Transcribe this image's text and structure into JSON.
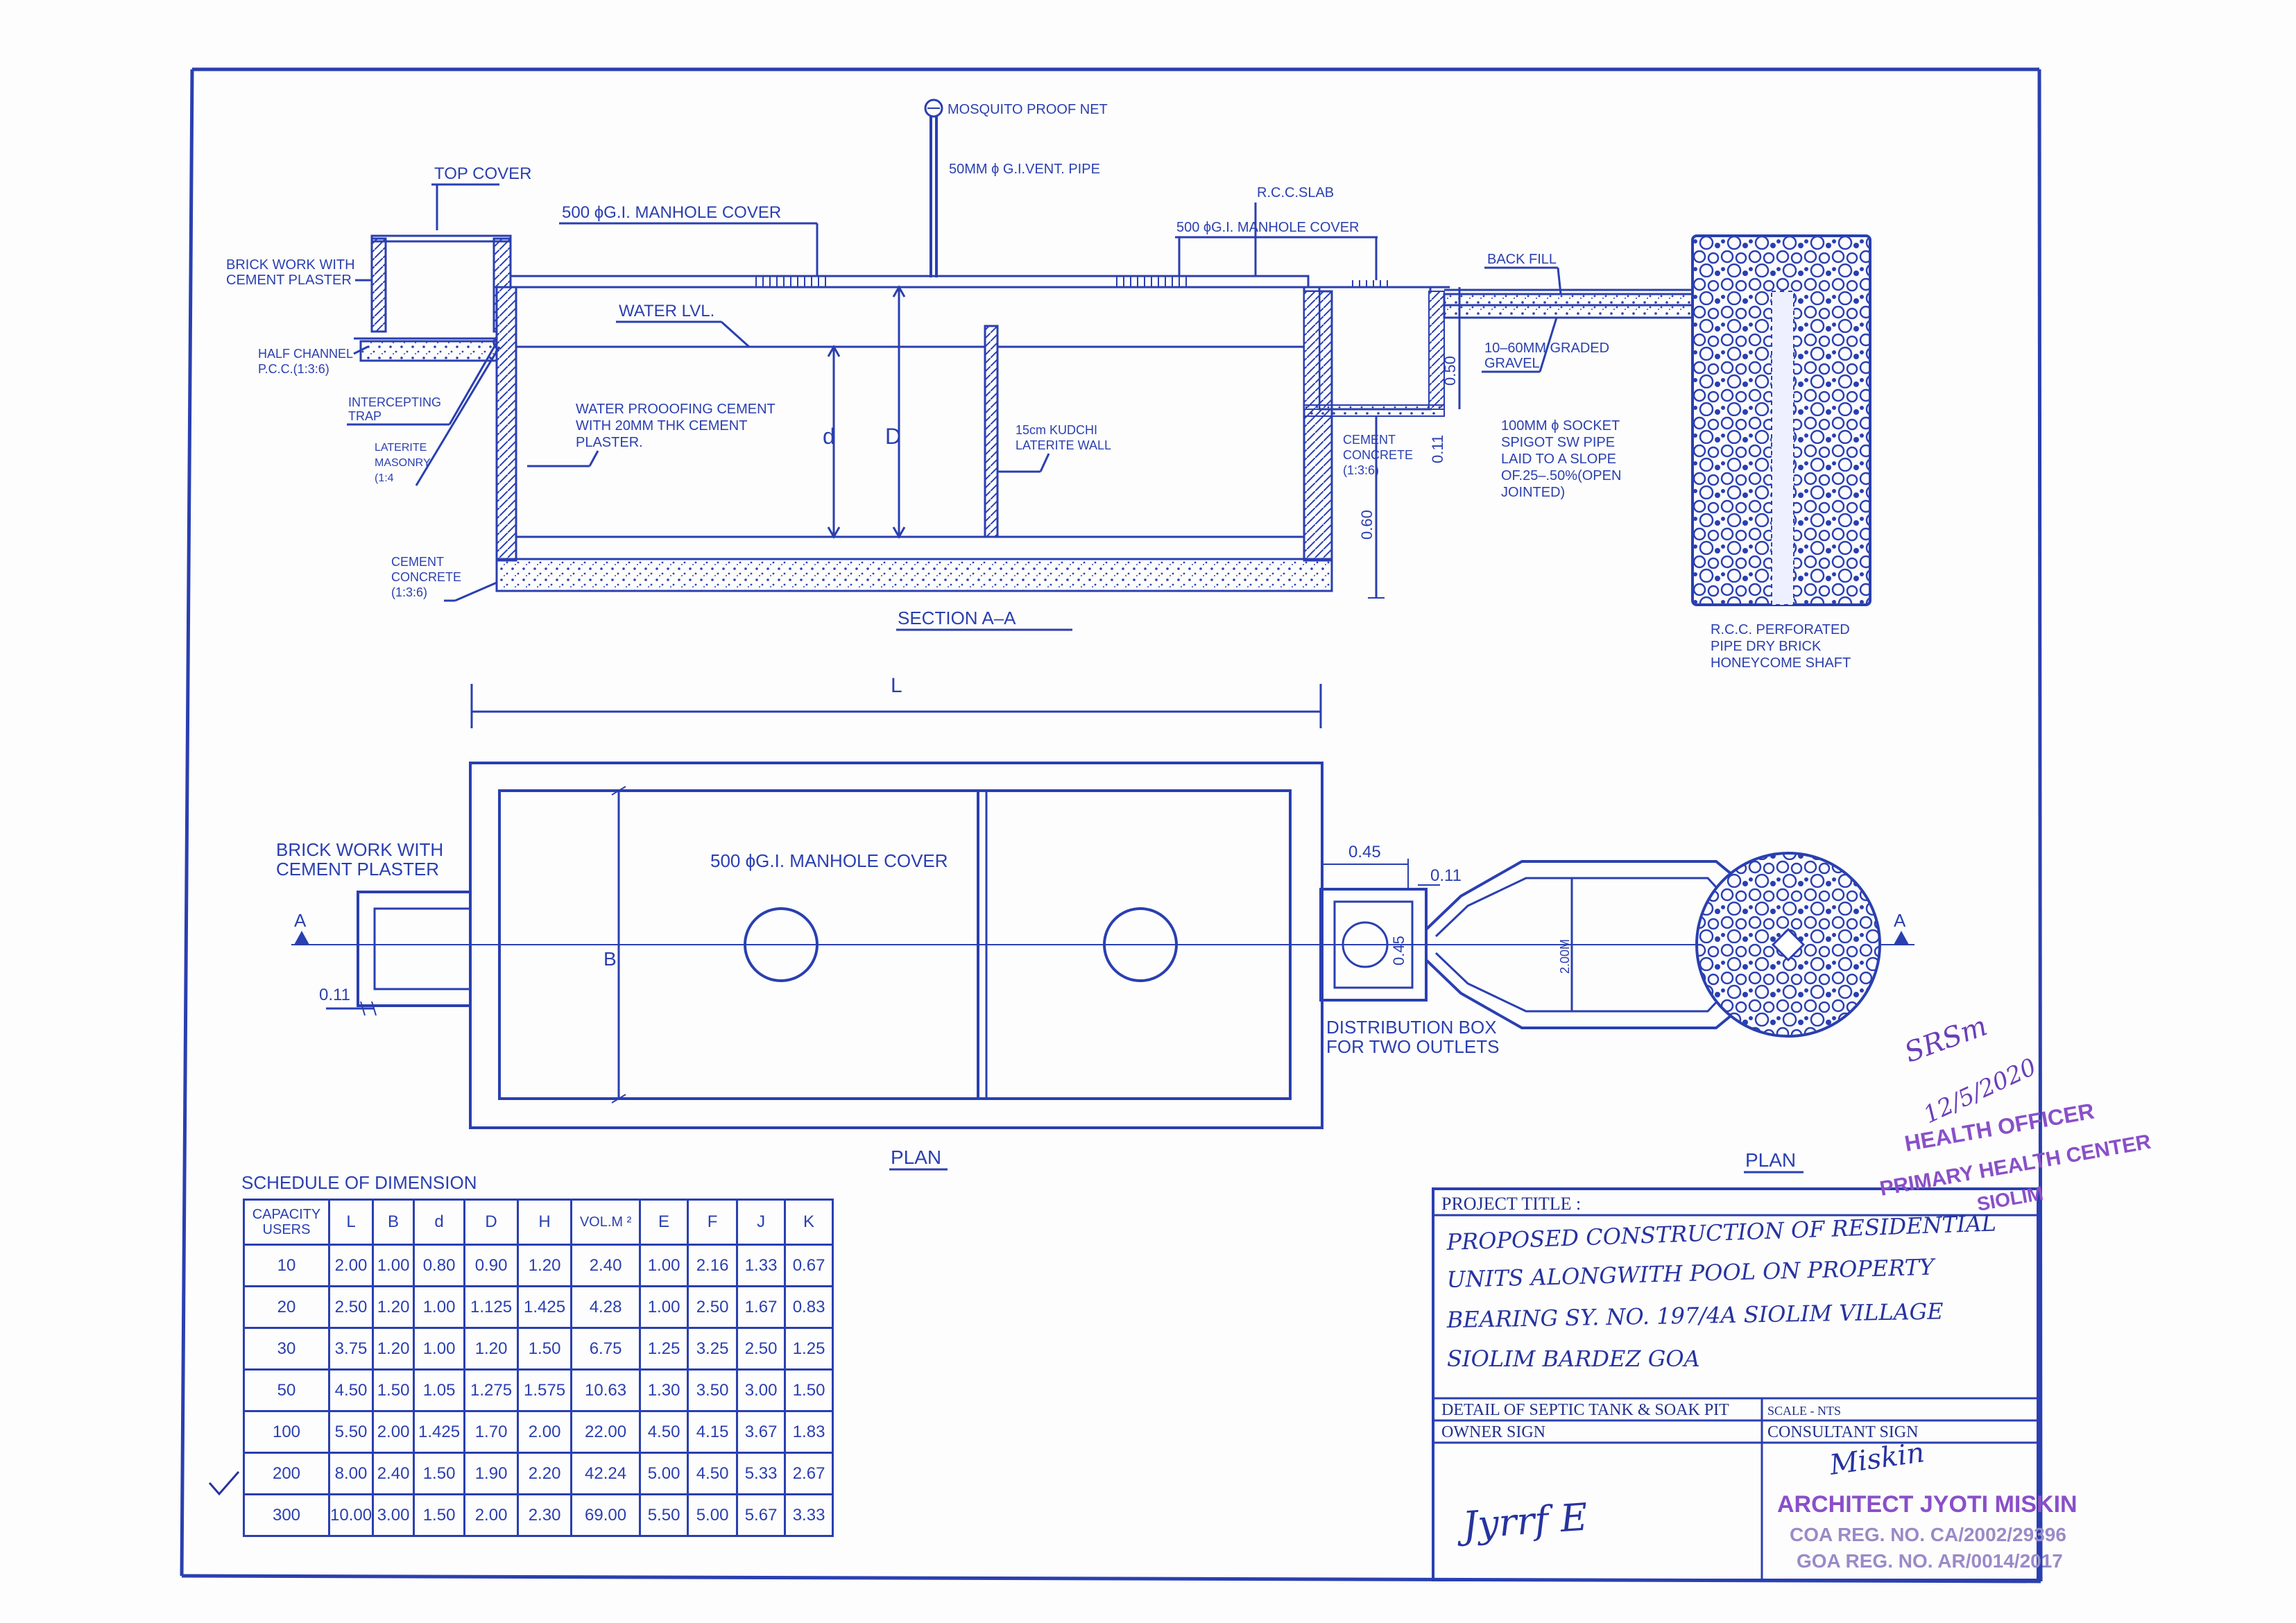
{
  "section": {
    "mosquito_net": "MOSQUITO  PROOF NET",
    "vent_pipe": "50MM ϕ G.I.VENT. PIPE",
    "top_cover": "TOP COVER",
    "manhole_cover_1": "500 ϕG.I. MANHOLE COVER",
    "rcc_slab": "R.C.C.SLAB",
    "manhole_cover_2": "500 ϕG.I. MANHOLE COVER",
    "brick_work": [
      "BRICK WORK WITH",
      "CEMENT PLASTER"
    ],
    "water_level": "WATER LVL.",
    "back_fill": "BACK FILL",
    "half_channel": [
      "HALF CHANNEL",
      "P.C.C.(1:3:6)"
    ],
    "graded_gravel": [
      "10–60MM GRADED",
      "GRAVEL"
    ],
    "intercepting_trap": [
      "INTERCEPTING",
      "TRAP"
    ],
    "waterproofing": [
      "WATER PROOOFING CEMENT",
      "WITH 20MM THK CEMENT",
      "PLASTER."
    ],
    "kudchi_wall": [
      "15cm KUDCHI",
      "LATERITE WALL"
    ],
    "laterite_masonry": [
      "LATERITE",
      "MASONRY",
      "(1:4"
    ],
    "cement_concrete_right": [
      "CEMENT",
      "CONCRETE",
      "(1:3:6)"
    ],
    "sw_pipe": [
      "100MM ϕ SOCKET",
      "SPIGOT SW PIPE",
      "LAID TO A SLOPE",
      "OF.25–.50%(OPEN",
      "JOINTED)"
    ],
    "cement_concrete_left": [
      "CEMENT",
      "CONCRETE",
      "(1:3:6)"
    ],
    "dim_d": "d",
    "dim_D": "D",
    "dim_050": "0.50",
    "dim_011": "0.11",
    "dim_060": "0.60",
    "title": "SECTION      A–A",
    "soak_pit": [
      "R.C.C. PERFORATED",
      "PIPE DRY BRICK",
      "HONEYCOME SHAFT"
    ]
  },
  "plan": {
    "dim_L": "L",
    "brick_work": [
      "BRICK WORK WITH",
      "CEMENT PLASTER"
    ],
    "manhole_cover": "500 ϕG.I. MANHOLE COVER",
    "dim_045_top": "0.45",
    "dim_011_right": "0.11",
    "dim_045_box": "0.45",
    "dim_200": "2.00M",
    "dim_B": "B",
    "dim_011_left": "0.11",
    "marker_left": "A",
    "marker_right": "A",
    "distribution_box": [
      "DISTRIBUTION  BOX",
      "FOR TWO  OUTLETS"
    ],
    "title_left": "PLAN",
    "title_right": "PLAN"
  },
  "schedule": {
    "title": "SCHEDULE    OF  DIMENSION",
    "headers": [
      "CAPACITY USERS",
      "L",
      "B",
      "d",
      "D",
      "H",
      "VOL.M ²",
      "E",
      "F",
      "J",
      "K"
    ],
    "rows": [
      [
        "10",
        "2.00",
        "1.00",
        "0.80",
        "0.90",
        "1.20",
        "2.40",
        "1.00",
        "2.16",
        "1.33",
        "0.67"
      ],
      [
        "20",
        "2.50",
        "1.20",
        "1.00",
        "1.125",
        "1.425",
        "4.28",
        "1.00",
        "2.50",
        "1.67",
        "0.83"
      ],
      [
        "30",
        "3.75",
        "1.20",
        "1.00",
        "1.20",
        "1.50",
        "6.75",
        "1.25",
        "3.25",
        "2.50",
        "1.25"
      ],
      [
        "50",
        "4.50",
        "1.50",
        "1.05",
        "1.275",
        "1.575",
        "10.63",
        "1.30",
        "3.50",
        "3.00",
        "1.50"
      ],
      [
        "100",
        "5.50",
        "2.00",
        "1.425",
        "1.70",
        "2.00",
        "22.00",
        "4.50",
        "4.15",
        "3.67",
        "1.83"
      ],
      [
        "200",
        "8.00",
        "2.40",
        "1.50",
        "1.90",
        "2.20",
        "42.24",
        "5.00",
        "4.50",
        "5.33",
        "2.67"
      ],
      [
        "300",
        "10.00",
        "3.00",
        "1.50",
        "2.00",
        "2.30",
        "69.00",
        "5.50",
        "5.00",
        "5.67",
        "3.33"
      ]
    ]
  },
  "title_block": {
    "project_title_label": "PROJECT TITLE :",
    "project_title_lines": [
      "PROPOSED CONSTRUCTION OF RESIDENTIAL",
      "UNITS ALONGWITH POOL ON PROPERTY",
      "BEARING SY. NO. 197/4A SIOLIM VILLAGE",
      "SIOLIM  BARDEZ  GOA"
    ],
    "detail": "DETAIL OF SEPTIC TANK & SOAK PIT",
    "scale": "SCALE - NTS",
    "owner_sign": "OWNER SIGN",
    "consultant_sign": "CONSULTANT  SIGN",
    "owner_signature": "Jyrrf  E",
    "consultant_signature": "Miskin"
  },
  "stamps": {
    "health_sign": "SRSm",
    "health_date": "12/5/2020",
    "health_lines": [
      "HEALTH OFFICER",
      "PRIMARY HEALTH CENTER",
      "SIOLIM"
    ],
    "architect_name": "ARCHITECT JYOTI MISKIN",
    "coa_reg": "COA REG. NO. CA/2002/29396",
    "goa_reg": "GOA REG. NO. AR/0014/2017"
  }
}
